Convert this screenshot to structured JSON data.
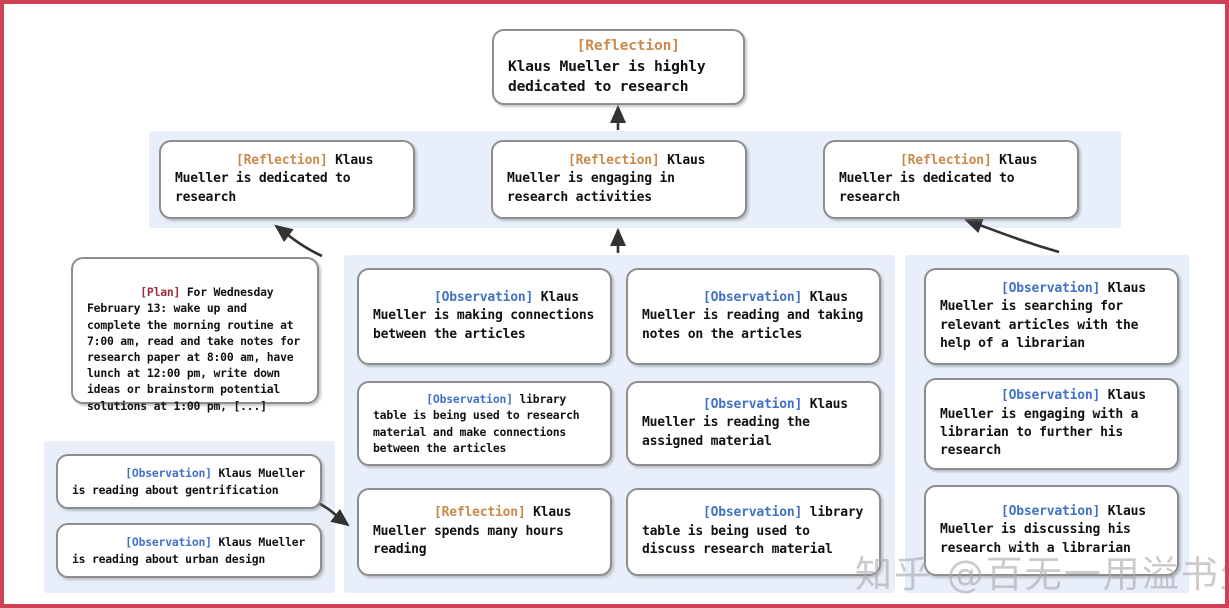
{
  "figure": {
    "type": "reflection-tree-diagram",
    "border_color": "#cf4155",
    "group_panel_color": "#e8effa",
    "node_border_color": "#8d8d8d",
    "tag_colors": {
      "reflection": "#c98a4b",
      "observation": "#4171c6",
      "plan": "#9a2e3c"
    }
  },
  "watermark": {
    "text": "知乎 @百无一用溢书生"
  },
  "nodes": {
    "root": {
      "tag": "[Reflection]",
      "tag_type": "reflection",
      "text": " Klaus Mueller is highly dedicated to research"
    },
    "mid_left": {
      "tag": "[Reflection]",
      "tag_type": "reflection",
      "text": " Klaus Mueller is dedicated to research"
    },
    "mid_center": {
      "tag": "[Reflection]",
      "tag_type": "reflection",
      "text": " Klaus Mueller is engaging in research activities"
    },
    "mid_right": {
      "tag": "[Reflection]",
      "tag_type": "reflection",
      "text": " Klaus Mueller is dedicated to research"
    },
    "plan": {
      "tag": "[Plan]",
      "tag_type": "plan",
      "text": " For Wednesday February 13: wake up and complete the morning routine at 7:00 am, read and take notes for research paper at 8:00 am, have lunch at 12:00 pm, write down ideas or brainstorm potential solutions at 1:00 pm, [...]"
    },
    "obs_left_1": {
      "tag": "[Observation]",
      "tag_type": "observation",
      "text": " Klaus Mueller is reading about gentrification"
    },
    "obs_left_2": {
      "tag": "[Observation]",
      "tag_type": "observation",
      "text": " Klaus Mueller is reading about urban design"
    },
    "col1_1": {
      "tag": "[Observation]",
      "tag_type": "observation",
      "text": " Klaus Mueller is making connections between the articles"
    },
    "col1_2": {
      "tag": "[Observation]",
      "tag_type": "observation",
      "text": " library table is being used to research material and make connections between the articles"
    },
    "col1_3": {
      "tag": "[Reflection]",
      "tag_type": "reflection",
      "text": " Klaus Mueller spends many hours reading"
    },
    "col2_1": {
      "tag": "[Observation]",
      "tag_type": "observation",
      "text": " Klaus Mueller is reading and taking notes on the articles"
    },
    "col2_2": {
      "tag": "[Observation]",
      "tag_type": "observation",
      "text": " Klaus Mueller is reading the assigned material"
    },
    "col2_3": {
      "tag": "[Observation]",
      "tag_type": "observation",
      "text": " library table is being used to discuss research material"
    },
    "col3_1": {
      "tag": "[Observation]",
      "tag_type": "observation",
      "text": " Klaus Mueller is searching for relevant articles with the help of a librarian"
    },
    "col3_2": {
      "tag": "[Observation]",
      "tag_type": "observation",
      "text": " Klaus Mueller is engaging with a librarian to further his research"
    },
    "col3_3": {
      "tag": "[Observation]",
      "tag_type": "observation",
      "text": " Klaus Mueller is discussing his research with a librarian"
    }
  }
}
